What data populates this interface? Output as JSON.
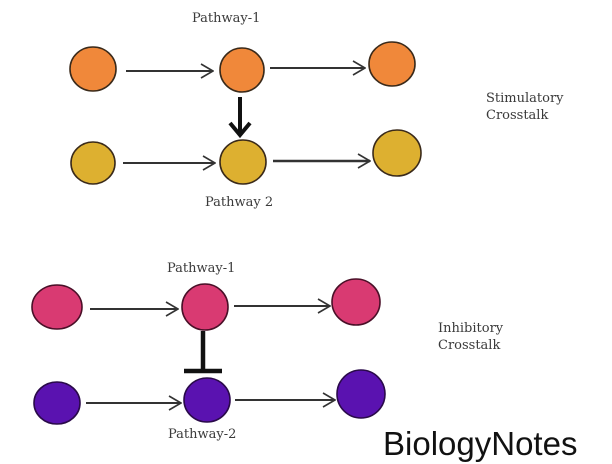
{
  "diagram": {
    "stimulatory": {
      "caption": [
        "Stimulatory",
        "Crosstalk"
      ],
      "pathway1_label": "Pathway-1",
      "pathway2_label": "Pathway 2",
      "pathway1_color": "#f0883a",
      "pathway2_color": "#ddb030",
      "crosstalk_type": "activation-arrow",
      "pathway1_nodes": 3,
      "pathway2_nodes": 3
    },
    "inhibitory": {
      "caption": [
        "Inhibitory",
        "Crosstalk"
      ],
      "pathway1_label": "Pathway-1",
      "pathway2_label": "Pathway-2",
      "pathway1_color": "#d93a72",
      "pathway2_color": "#5a12b0",
      "crosstalk_type": "inhibition-bar",
      "pathway1_nodes": 3,
      "pathway2_nodes": 3
    },
    "node_stroke": "#3a2a1a",
    "edge_color": "#333333",
    "crosstalk_color": "#111111"
  },
  "watermark": "BiologyNotes"
}
